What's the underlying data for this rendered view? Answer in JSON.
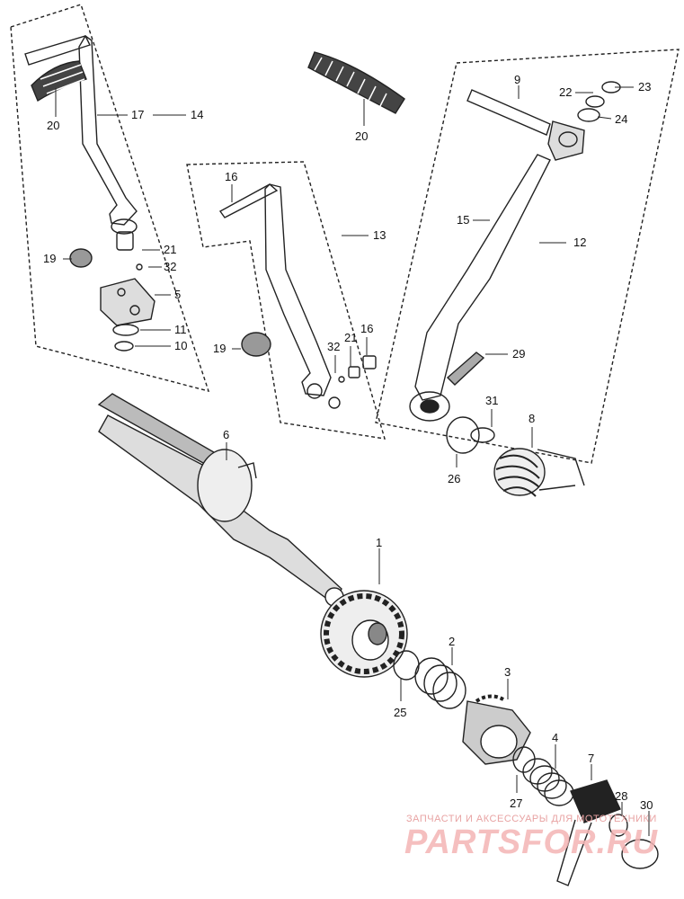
{
  "callouts": [
    {
      "id": "c20a",
      "text": "20"
    },
    {
      "id": "c17",
      "text": "17"
    },
    {
      "id": "c14",
      "text": "14"
    },
    {
      "id": "c20b",
      "text": "20"
    },
    {
      "id": "c9",
      "text": "9"
    },
    {
      "id": "c22",
      "text": "22"
    },
    {
      "id": "c23",
      "text": "23"
    },
    {
      "id": "c24",
      "text": "24"
    },
    {
      "id": "c16a",
      "text": "16"
    },
    {
      "id": "c13",
      "text": "13"
    },
    {
      "id": "c15",
      "text": "15"
    },
    {
      "id": "c12",
      "text": "12"
    },
    {
      "id": "c19a",
      "text": "19"
    },
    {
      "id": "c21a",
      "text": "21"
    },
    {
      "id": "c32a",
      "text": "32"
    },
    {
      "id": "c5",
      "text": "5"
    },
    {
      "id": "c11",
      "text": "11"
    },
    {
      "id": "c10",
      "text": "10"
    },
    {
      "id": "c19b",
      "text": "19"
    },
    {
      "id": "c32b",
      "text": "32"
    },
    {
      "id": "c21b",
      "text": "21"
    },
    {
      "id": "c16b",
      "text": "16"
    },
    {
      "id": "c29",
      "text": "29"
    },
    {
      "id": "c31",
      "text": "31"
    },
    {
      "id": "c8",
      "text": "8"
    },
    {
      "id": "c26",
      "text": "26"
    },
    {
      "id": "c6",
      "text": "6"
    },
    {
      "id": "c1",
      "text": "1"
    },
    {
      "id": "c2",
      "text": "2"
    },
    {
      "id": "c3",
      "text": "3"
    },
    {
      "id": "c25",
      "text": "25"
    },
    {
      "id": "c4",
      "text": "4"
    },
    {
      "id": "c7",
      "text": "7"
    },
    {
      "id": "c27",
      "text": "27"
    },
    {
      "id": "c28",
      "text": "28"
    },
    {
      "id": "c30",
      "text": "30"
    }
  ],
  "watermark": {
    "tagline": "ЗАПЧАСТИ И АКСЕССУАРЫ ДЛЯ МОТОТЕХНИКИ",
    "logo": "PARTSFOR.RU",
    "color": "#f4b4b4"
  }
}
